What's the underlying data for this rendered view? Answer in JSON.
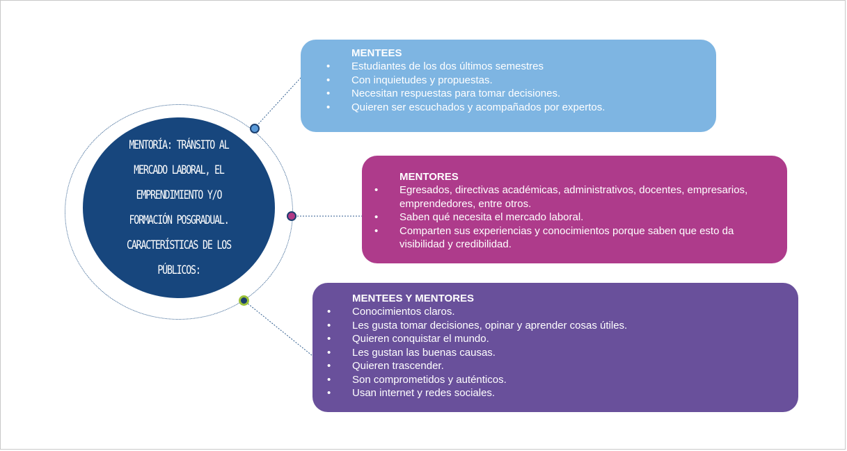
{
  "center": {
    "text": "Mentoría: tránsito al mercado laboral, el emprendimiento y/o formación posgradual. Características de los públicos:"
  },
  "colors": {
    "center_fill": "#17467d",
    "mentees_box": "#7eb5e2",
    "mentores_box": "#ae3b8b",
    "ambos_box": "#69509b"
  },
  "boxes": [
    {
      "title": "MENTEES",
      "items": [
        "Estudiantes de los dos últimos semestres",
        "Con inquietudes y propuestas.",
        "Necesitan respuestas para tomar decisiones.",
        "Quieren ser escuchados y acompañados por expertos."
      ]
    },
    {
      "title": "MENTORES",
      "items": [
        "Egresados, directivas académicas, administrativos, docentes, empresarios, emprendedores, entre otros.",
        "Saben qué necesita el mercado laboral.",
        "Comparten sus experiencias y conocimientos porque saben que esto da visibilidad y credibilidad."
      ]
    },
    {
      "title": "MENTEES Y MENTORES",
      "items": [
        "Conocimientos claros.",
        "Les gusta tomar decisiones, opinar y aprender cosas útiles.",
        "Quieren conquistar el mundo.",
        "Les gustan las buenas causas.",
        "Quieren trascender.",
        "Son comprometidos y auténticos.",
        "Usan internet y redes sociales."
      ]
    }
  ]
}
